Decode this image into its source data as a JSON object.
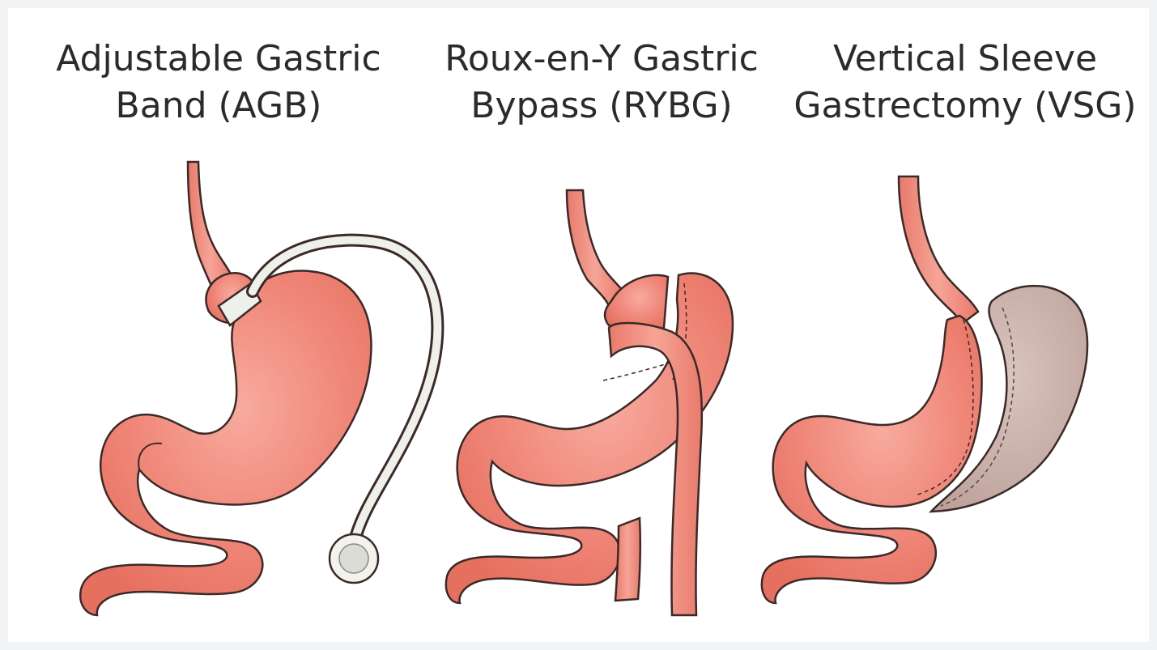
{
  "procedures": [
    {
      "line1": "Adjustable Gastric",
      "line2": "Band (AGB)"
    },
    {
      "line1": "Roux-en-Y Gastric",
      "line2": "Bypass (RYBG)"
    },
    {
      "line1": "Vertical Sleeve",
      "line2": "Gastrectomy (VSG)"
    }
  ],
  "colors": {
    "stomach_fill": "#ef8577",
    "stomach_highlight": "#f5a497",
    "outline": "#3a2a28",
    "band": "#e9ece6",
    "removed_tissue": "#c9b1aa",
    "background": "#f1f3f4"
  }
}
